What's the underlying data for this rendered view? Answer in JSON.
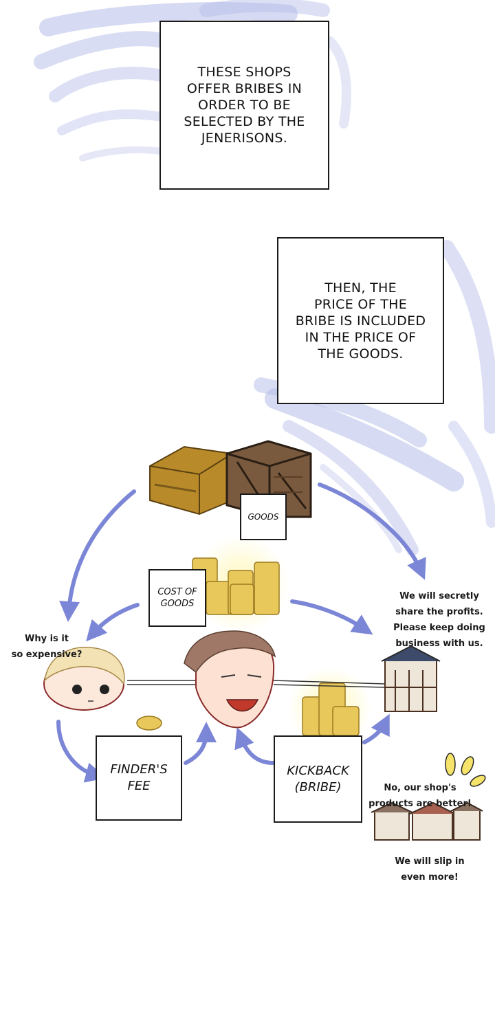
{
  "narration": {
    "box1": "THESE SHOPS\nOFFER BRIBES IN\nORDER TO BE\nSELECTED BY THE\nJENERISONS.",
    "box2": "THEN, THE\nPRICE OF THE\nBRIBE IS INCLUDED\nIN THE PRICE OF\nTHE GOODS."
  },
  "diagram_labels": {
    "goods": "GOODS",
    "cost_of_goods": "COST OF\nGOODS",
    "finders_fee": "FINDER'S\nFEE",
    "kickback": "KICKBACK\n(BRIBE)"
  },
  "speech": {
    "customer": "Why is it\nso expensive?",
    "shop_top": "We will secretly\nshare the profits.\nPlease keep doing\nbusiness with us.",
    "shop_bottom_1": "No, our shop's\nproducts are better!",
    "shop_bottom_2": "We will slip in\neven more!"
  },
  "colors": {
    "arrow": "#7b86d6",
    "brush": "#b4bbe8",
    "gold": "#e8c85a",
    "crate": "#7a5a3e",
    "case": "#b88a2a"
  }
}
